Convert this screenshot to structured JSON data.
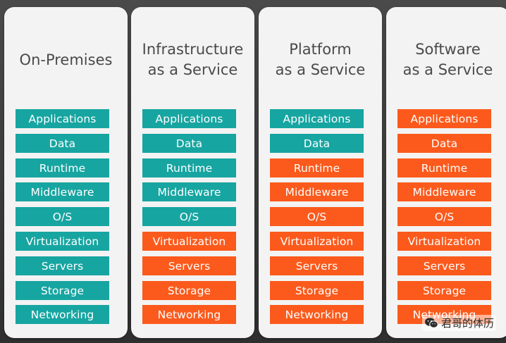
{
  "colors": {
    "managed": "#17a5a1",
    "user_managed": "#fb5a1c",
    "panel": "#f3f3f3",
    "title_text": "#4a4a4a"
  },
  "columns": [
    {
      "title": "On-Premises",
      "layers": [
        {
          "label": "Applications",
          "type": "managed"
        },
        {
          "label": "Data",
          "type": "managed"
        },
        {
          "label": "Runtime",
          "type": "managed"
        },
        {
          "label": "Middleware",
          "type": "managed"
        },
        {
          "label": "O/S",
          "type": "managed"
        },
        {
          "label": "Virtualization",
          "type": "managed"
        },
        {
          "label": "Servers",
          "type": "managed"
        },
        {
          "label": "Storage",
          "type": "managed"
        },
        {
          "label": "Networking",
          "type": "managed"
        }
      ]
    },
    {
      "title": "Infrastructure\nas a Service",
      "layers": [
        {
          "label": "Applications",
          "type": "managed"
        },
        {
          "label": "Data",
          "type": "managed"
        },
        {
          "label": "Runtime",
          "type": "managed"
        },
        {
          "label": "Middleware",
          "type": "managed"
        },
        {
          "label": "O/S",
          "type": "managed"
        },
        {
          "label": "Virtualization",
          "type": "user"
        },
        {
          "label": "Servers",
          "type": "user"
        },
        {
          "label": "Storage",
          "type": "user"
        },
        {
          "label": "Networking",
          "type": "user"
        }
      ]
    },
    {
      "title": "Platform\nas a Service",
      "layers": [
        {
          "label": "Applications",
          "type": "managed"
        },
        {
          "label": "Data",
          "type": "managed"
        },
        {
          "label": "Runtime",
          "type": "user"
        },
        {
          "label": "Middleware",
          "type": "user"
        },
        {
          "label": "O/S",
          "type": "user"
        },
        {
          "label": "Virtualization",
          "type": "user"
        },
        {
          "label": "Servers",
          "type": "user"
        },
        {
          "label": "Storage",
          "type": "user"
        },
        {
          "label": "Networking",
          "type": "user"
        }
      ]
    },
    {
      "title": "Software\nas a Service",
      "layers": [
        {
          "label": "Applications",
          "type": "user"
        },
        {
          "label": "Data",
          "type": "user"
        },
        {
          "label": "Runtime",
          "type": "user"
        },
        {
          "label": "Middleware",
          "type": "user"
        },
        {
          "label": "O/S",
          "type": "user"
        },
        {
          "label": "Virtualization",
          "type": "user"
        },
        {
          "label": "Servers",
          "type": "user"
        },
        {
          "label": "Storage",
          "type": "user"
        },
        {
          "label": "Networking",
          "type": "user"
        }
      ]
    }
  ],
  "watermark": {
    "icon": "wechat-icon",
    "text": "君哥的体历"
  }
}
